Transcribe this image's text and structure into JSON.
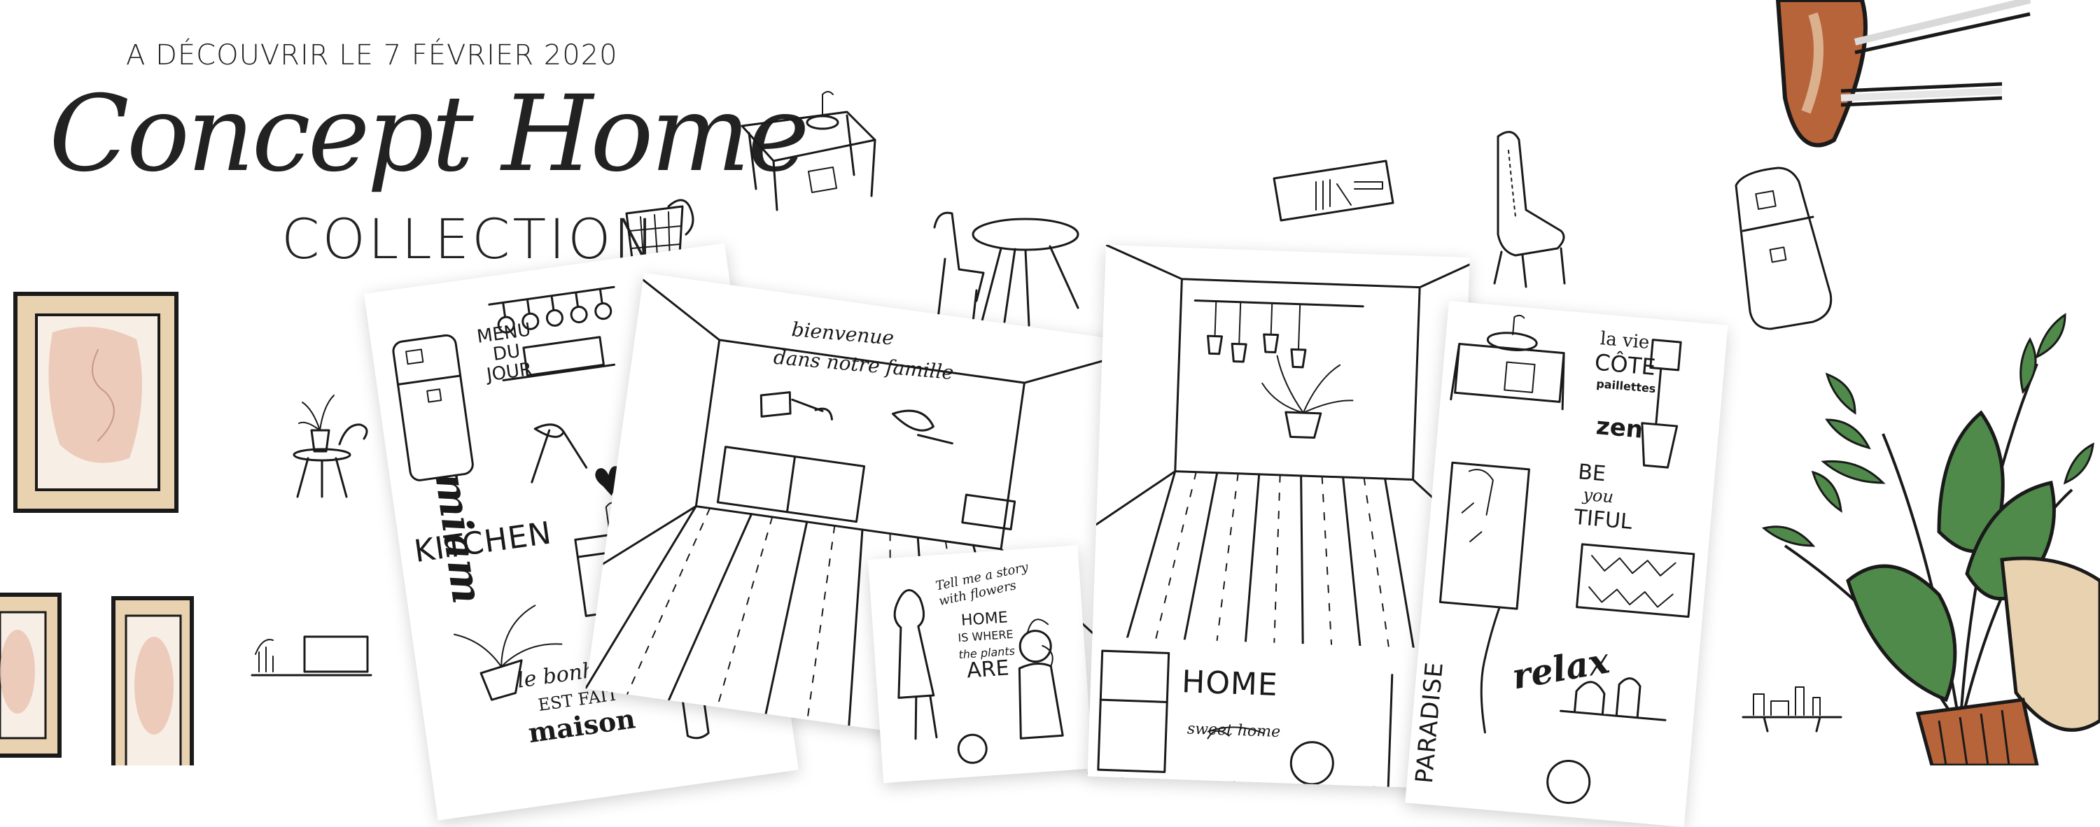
{
  "banner": {
    "date_line": "A DÉCOUVRIR LE 7 FÉVRIER 2020",
    "title": "Concept Home",
    "subtitle": "COLLECTION"
  },
  "sheet_kitchen": {
    "menu": [
      "MENU",
      "DU",
      "JOUR"
    ],
    "miam": "miam",
    "kitchen": "KITCHEN",
    "bonheur": [
      "le bonheur",
      "EST FAIT",
      "maison"
    ]
  },
  "sheet_room": {
    "bienvenue": "bienvenue",
    "famille": "dans notre famille"
  },
  "sheet_story": {
    "tell": [
      "Tell me a story",
      "with flowers"
    ],
    "home_plants": [
      "HOME",
      "IS WHERE",
      "the plants",
      "ARE"
    ]
  },
  "sheet_living": {
    "home": "HOME",
    "sweet": "sweet home"
  },
  "sheet_bath": {
    "la_vie": "la vie",
    "cote": "CÔTE",
    "paillettes": "paillettes",
    "zen": "zen",
    "be": "BE",
    "you": "you",
    "tiful": "TIFUL",
    "paradise": "PARADISE",
    "relax": "relax"
  },
  "colors": {
    "wood": "#e9d2b0",
    "rust": "#b8643a",
    "leaf": "#4f8a4a",
    "pink": "#e8c2b0",
    "ink": "#1a1a1a"
  }
}
